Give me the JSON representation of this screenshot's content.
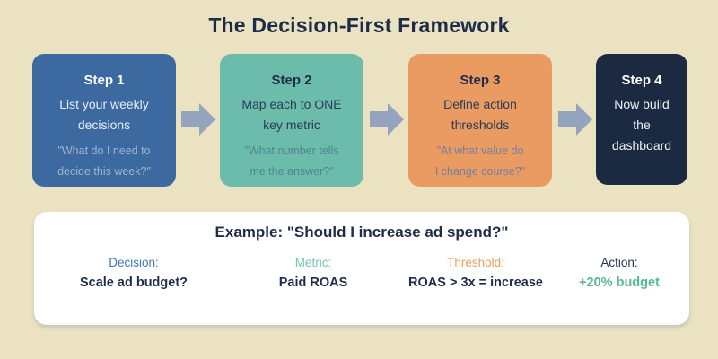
{
  "title": "The Decision-First Framework",
  "background_color": "#EAE2C0",
  "arrow_color": "#94A3BE",
  "steps": [
    {
      "title": "Step 1",
      "body": "List your weekly\ndecisions",
      "quote": "\"What do I need to\ndecide this week?\"",
      "bg_color": "#3C6AA0",
      "title_color": "#FFFFFF",
      "body_color": "#E6EDF8",
      "quote_color": "#9FB3D1"
    },
    {
      "title": "Step 2",
      "body": "Map each to ONE\nkey metric",
      "quote": "\"What number tells\nme the answer?\"",
      "bg_color": "#6CBCAB",
      "title_color": "#1F2C49",
      "body_color": "#2A3B56",
      "quote_color": "#4F8591"
    },
    {
      "title": "Step 3",
      "body": "Define action\nthresholds",
      "quote": "\"At what value do\nI change course?\"",
      "bg_color": "#E99B62",
      "title_color": "#1F2C49",
      "body_color": "#2A3B56",
      "quote_color": "#73809F"
    },
    {
      "title": "Step 4",
      "body": "Now build\nthe\ndashboard",
      "quote": "",
      "bg_color": "#1B2A40",
      "title_color": "#FFFFFF",
      "body_color": "#EDF1F7",
      "quote_color": ""
    }
  ],
  "example": {
    "title": "Example: \"Should I increase ad spend?\"",
    "columns": [
      {
        "label": "Decision:",
        "value": "Scale ad budget?",
        "label_color": "#4178B4",
        "value_color": "#1F2C49"
      },
      {
        "label": "Metric:",
        "value": "Paid ROAS",
        "label_color": "#7CC4B4",
        "value_color": "#1F2C49"
      },
      {
        "label": "Threshold:",
        "value": "ROAS > 3x = increase",
        "label_color": "#EE9D5B",
        "value_color": "#1F2C49"
      },
      {
        "label": "Action:",
        "value": "+20% budget",
        "label_color": "#24344F",
        "value_color": "#56B795"
      }
    ]
  }
}
